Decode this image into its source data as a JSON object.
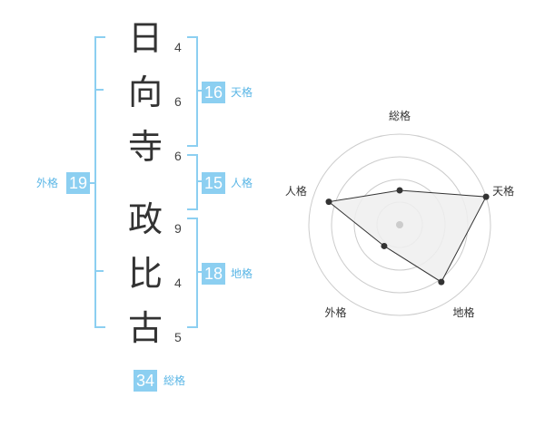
{
  "name": {
    "characters": [
      "日",
      "向",
      "寺",
      "政",
      "比",
      "古"
    ],
    "strokes": [
      "4",
      "6",
      "6",
      "9",
      "4",
      "5"
    ]
  },
  "grid": {
    "tenkaku": {
      "value": "16",
      "label": "天格"
    },
    "jinkaku": {
      "value": "15",
      "label": "人格"
    },
    "chikaku": {
      "value": "18",
      "label": "地格"
    },
    "gaikaku": {
      "value": "19",
      "label": "外格"
    },
    "soukaku": {
      "value": "34",
      "label": "総格"
    }
  },
  "chart_data": {
    "type": "radar",
    "axes": [
      "総格",
      "天格",
      "地格",
      "外格",
      "人格"
    ],
    "values": [
      0.38,
      1.0,
      0.78,
      0.29,
      0.82
    ],
    "rings": 4,
    "colors": {
      "ring": "#cccccc",
      "fill": "#eeeeee",
      "line": "#333333",
      "center": "#cccccc"
    }
  }
}
